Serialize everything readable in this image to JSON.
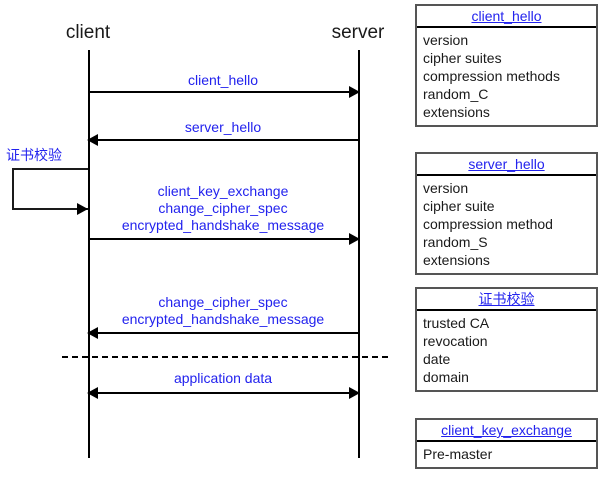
{
  "diagram": {
    "type": "sequence-diagram",
    "title_colors": {
      "message_blue": "#2222ee",
      "line_black": "#000000",
      "box_border": "#555555"
    },
    "actors": [
      {
        "id": "client",
        "label": "client"
      },
      {
        "id": "server",
        "label": "server"
      }
    ],
    "messages": [
      {
        "id": "client-hello",
        "lines": [
          "client_hello"
        ],
        "direction": "client-to-server"
      },
      {
        "id": "server-hello",
        "lines": [
          "server_hello"
        ],
        "direction": "server-to-client"
      },
      {
        "id": "client-key-exchange-group",
        "lines": [
          "client_key_exchange",
          "change_cipher_spec",
          "encrypted_handshake_message"
        ],
        "direction": "client-to-server"
      },
      {
        "id": "server-change-cipher-spec-group",
        "lines": [
          "change_cipher_spec",
          "encrypted_handshake_message"
        ],
        "direction": "server-to-client"
      },
      {
        "id": "application-data",
        "lines": [
          "application data"
        ],
        "direction": "bidirectional"
      }
    ],
    "self_action": {
      "id": "certificate-verification",
      "label": "证书校验",
      "actor": "client"
    }
  },
  "info_boxes": [
    {
      "id": "client-hello",
      "title": "client_hello",
      "items": [
        "version",
        "cipher suites",
        "compression methods",
        "random_C",
        "extensions"
      ]
    },
    {
      "id": "server-hello",
      "title": "server_hello",
      "items": [
        "version",
        "cipher suite",
        "compression method",
        "random_S",
        "extensions"
      ]
    },
    {
      "id": "cert-verify",
      "title": "证书校验",
      "items": [
        "trusted CA",
        "revocation",
        "date",
        "domain"
      ]
    },
    {
      "id": "client-key-exchange",
      "title": "client_key_exchange",
      "items": [
        "Pre-master"
      ]
    }
  ]
}
